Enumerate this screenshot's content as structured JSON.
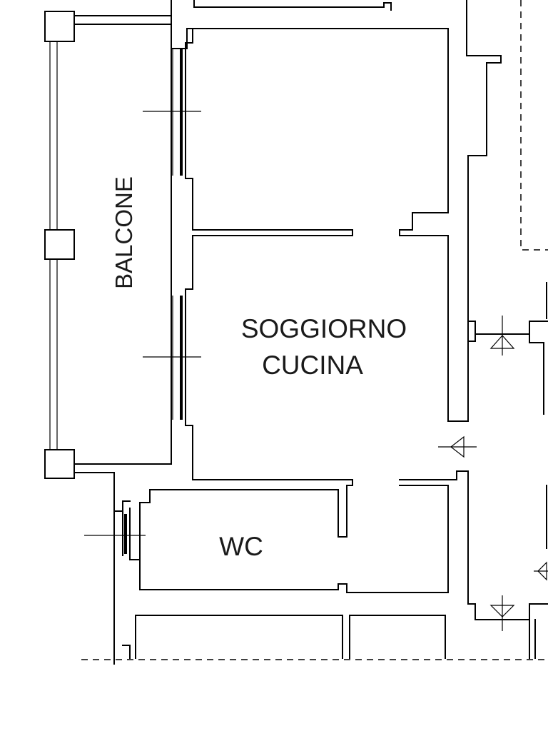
{
  "rooms": {
    "balcone": "BALCONE",
    "soggiorno": "SOGGIORNO",
    "cucina": "CUCINA",
    "wc": "WC"
  }
}
